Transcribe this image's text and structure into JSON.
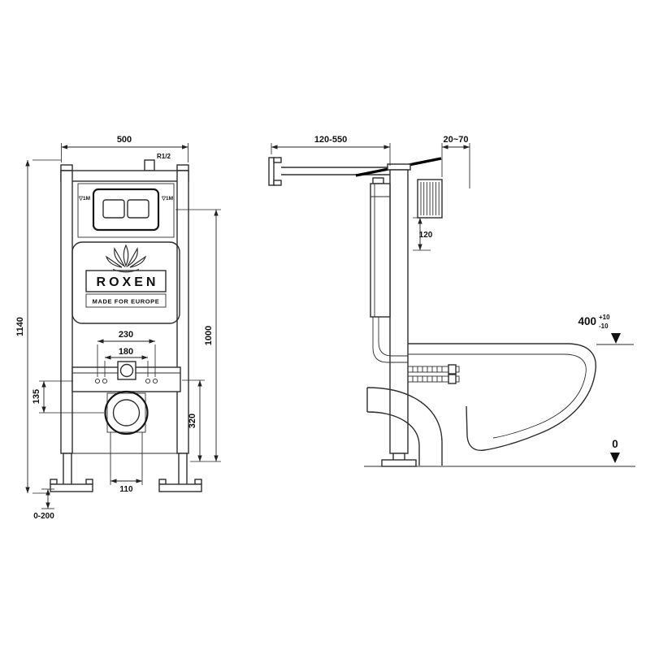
{
  "brand": {
    "name": "ROXEN",
    "tagline": "MADE FOR EUROPE"
  },
  "front": {
    "dim_width": "500",
    "dim_height": "1140",
    "dim_plate_center": "1000",
    "dim_outlet": "320",
    "dim_holes_outer": "230",
    "dim_holes_inner": "180",
    "dim_bracket": "135",
    "dim_pipe_offset": "110",
    "dim_feet_range": "0-200",
    "fitting_label": "R1/2",
    "mark_left": "▽1M",
    "mark_right": "▽1M"
  },
  "side": {
    "dim_arm_range": "120-550",
    "dim_wall_gap": "20~70",
    "dim_bracket_offset": "120",
    "level_top": "400",
    "tol_plus": "+10",
    "tol_minus": "-10",
    "level_floor": "0"
  },
  "colors": {
    "line": "#2e2e2e",
    "text": "#111111",
    "background": "#ffffff"
  }
}
